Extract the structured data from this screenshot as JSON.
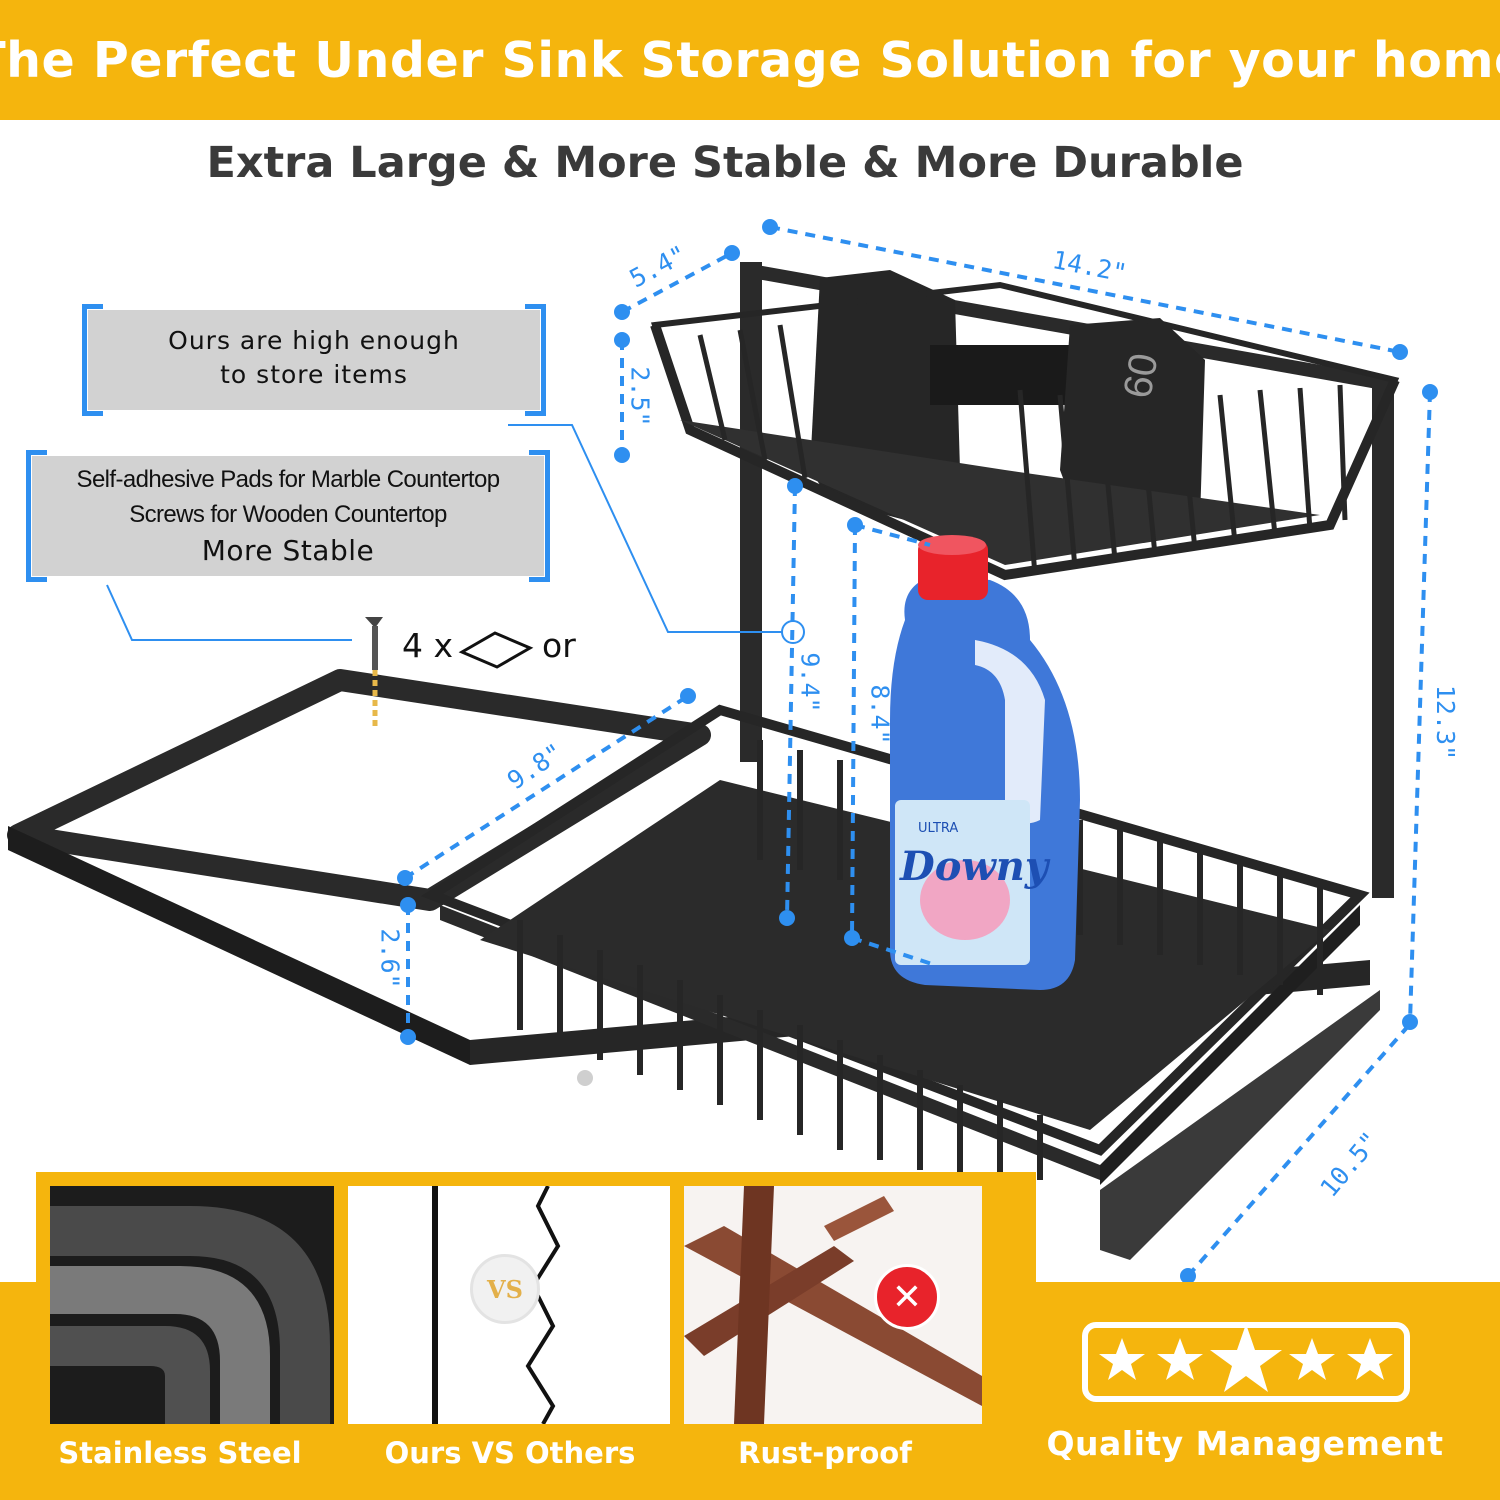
{
  "header": {
    "title": "The Perfect Under Sink Storage Solution for your home",
    "subtitle": "Extra Large & More Stable & More Durable"
  },
  "callouts": {
    "height": {
      "line1": "Ours are high enough",
      "line2": "to store items"
    },
    "stability": {
      "line1": "Self-adhesive Pads for Marble Countertop",
      "line2": "Screws for Wooden Countertop",
      "line3": "More Stable"
    }
  },
  "accessories": {
    "quantity": "4 x",
    "or": "or"
  },
  "dimensions": {
    "depth_top": "5.4\"",
    "width_top": "14.2\"",
    "basket_height": "2.5\"",
    "total_height": "12.3\"",
    "clearance_high": "9.4\"",
    "clearance_low": "8.4\"",
    "depth_frame": "9.8\"",
    "drawer_height": "2.6\"",
    "depth_bottom": "10.5\""
  },
  "product": {
    "weight_label": "60",
    "bottle_brand": "Downy",
    "bottle_sub": "ULTRA"
  },
  "features": [
    {
      "label": "Stainless Steel",
      "icon": "steel-layers-icon"
    },
    {
      "label": "Ours VS Others",
      "icon": "wire-compare-icon",
      "badge": "VS"
    },
    {
      "label": "Rust-proof",
      "icon": "rusty-rack-icon",
      "badge": "✕"
    }
  ],
  "quality": {
    "label": "Quality Management",
    "stars": 5
  },
  "colors": {
    "accent": "#F5B50D",
    "dimension": "#2e8ff0",
    "metal": "#2a2a2a"
  }
}
